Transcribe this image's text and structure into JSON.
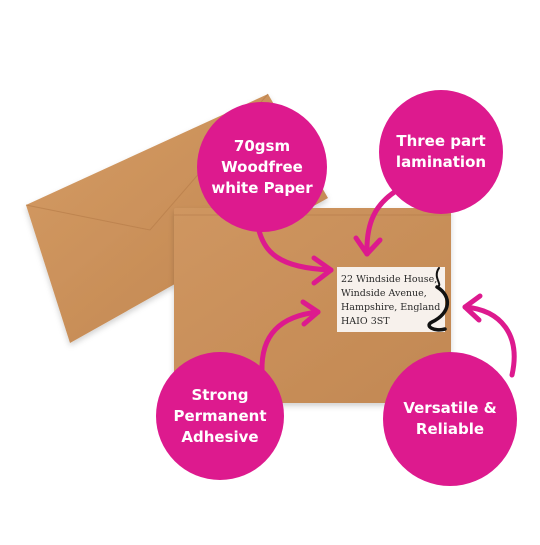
{
  "colors": {
    "accent": "#dd1a8e",
    "kraft": "#c98f5a",
    "label": "#f7f1ec"
  },
  "callouts": [
    {
      "lines": [
        "70gsm",
        "Woodfree",
        "white Paper"
      ]
    },
    {
      "lines": [
        "Three part",
        "lamination"
      ]
    },
    {
      "lines": [
        "Strong",
        "Permanent",
        "Adhesive"
      ]
    },
    {
      "lines": [
        "Versatile &",
        "Reliable"
      ]
    }
  ],
  "address_label": {
    "lines": [
      "22 Windside House,",
      "Windside Avenue,",
      "Hampshire, England",
      "HAIO 3ST"
    ]
  }
}
